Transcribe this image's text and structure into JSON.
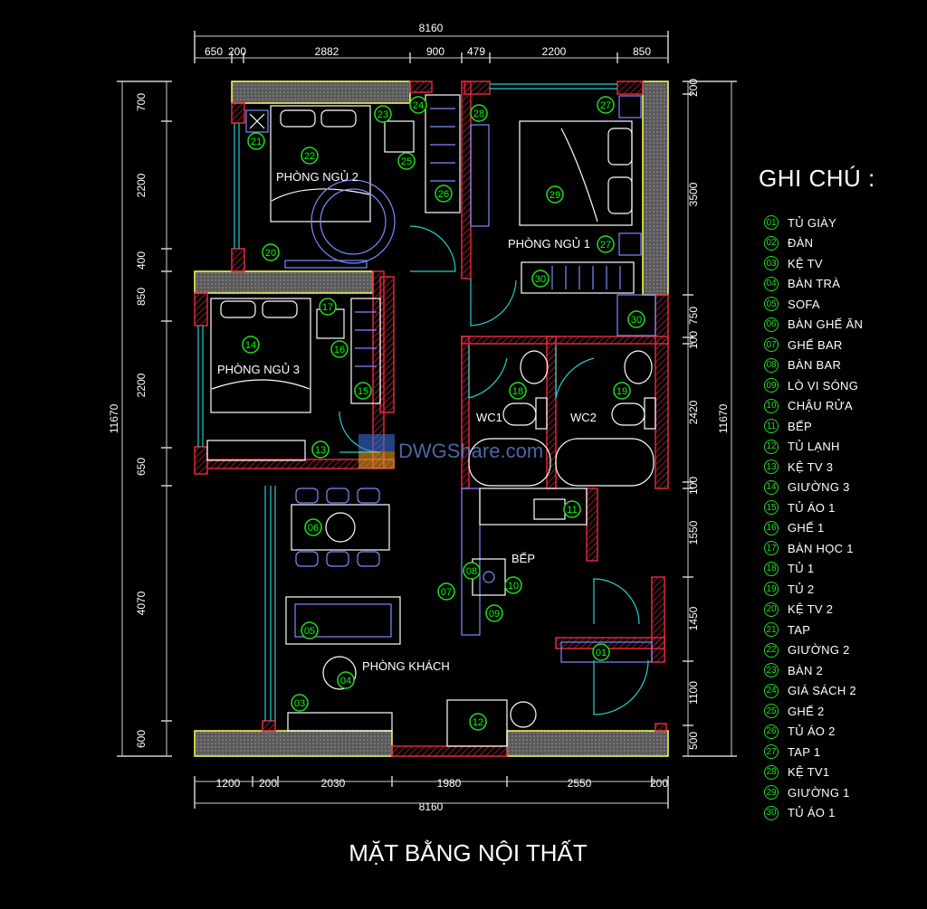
{
  "plan_title": "MẶT BẰNG NỘI THẤT",
  "legend": {
    "title": "GHI CHÚ :",
    "items": [
      {
        "num": "01",
        "label": "TỦ GIÀY"
      },
      {
        "num": "02",
        "label": "ĐÀN"
      },
      {
        "num": "03",
        "label": "KỆ TV"
      },
      {
        "num": "04",
        "label": "BÀN TRÀ"
      },
      {
        "num": "05",
        "label": "SOFA"
      },
      {
        "num": "06",
        "label": "BÀN GHẾ ĂN"
      },
      {
        "num": "07",
        "label": "GHẾ BAR"
      },
      {
        "num": "08",
        "label": "BÀN BAR"
      },
      {
        "num": "09",
        "label": "LÒ VI SÓNG"
      },
      {
        "num": "10",
        "label": "CHẬU RỬA"
      },
      {
        "num": "11",
        "label": "BẾP"
      },
      {
        "num": "12",
        "label": "TỦ LẠNH"
      },
      {
        "num": "13",
        "label": "KỆ TV 3"
      },
      {
        "num": "14",
        "label": "GIƯỜNG 3"
      },
      {
        "num": "15",
        "label": "TỦ ÁO 1"
      },
      {
        "num": "16",
        "label": "GHẾ 1"
      },
      {
        "num": "17",
        "label": "BÀN HỌC 1"
      },
      {
        "num": "18",
        "label": "TỦ 1"
      },
      {
        "num": "19",
        "label": "TỦ 2"
      },
      {
        "num": "20",
        "label": "KỆ TV 2"
      },
      {
        "num": "21",
        "label": "TAP"
      },
      {
        "num": "22",
        "label": "GIƯỜNG 2"
      },
      {
        "num": "23",
        "label": "BÀN 2"
      },
      {
        "num": "24",
        "label": "GIÁ SÁCH 2"
      },
      {
        "num": "25",
        "label": "GHẾ 2"
      },
      {
        "num": "26",
        "label": "TỦ ÁO 2"
      },
      {
        "num": "27",
        "label": "TAP 1"
      },
      {
        "num": "28",
        "label": "KỆ TV1"
      },
      {
        "num": "29",
        "label": "GIƯỜNG 1"
      },
      {
        "num": "30",
        "label": "TỦ ÁO 1"
      }
    ]
  },
  "rooms": {
    "bedroom2": "PHÒNG NGỦ 2",
    "bedroom1": "PHÒNG NGỦ 1",
    "bedroom3": "PHÒNG NGỦ 3",
    "wc1": "WC1",
    "wc2": "WC2",
    "kitchen": "BẾP",
    "living": "PHÒNG KHÁCH"
  },
  "dimensions": {
    "top_total": "8160",
    "top": [
      "650",
      "200",
      "2882",
      "900",
      "479",
      "2200",
      "850"
    ],
    "bottom": [
      "1200",
      "200",
      "2030",
      "1980",
      "2550",
      "200"
    ],
    "bottom_total": "8160",
    "left": [
      "700",
      "2200",
      "400",
      "850",
      "2200",
      "650",
      "4070",
      "600"
    ],
    "left_total": "11670",
    "right": [
      "200",
      "3500",
      "750",
      "100",
      "2420",
      "100",
      "1550",
      "1450",
      "1100",
      "500"
    ],
    "right_total": "11670"
  },
  "watermark": "DWGShare.com",
  "colors": {
    "wall": "#e0283c",
    "outer": "#ffff55",
    "furniture": "#7c8cff",
    "door": "#22d0d0",
    "tag": "#1ee01e",
    "hatch": "#9a9a9a"
  }
}
